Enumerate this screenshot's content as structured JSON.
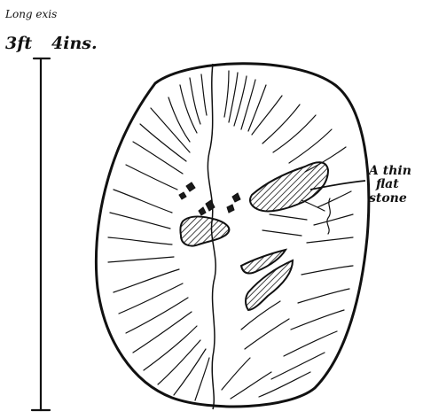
{
  "scale": {
    "axis_label": "Long exis",
    "measure_ft": "3ft",
    "measure_ins": "4ins."
  },
  "annotation": {
    "line1": "A thin",
    "line2": "flat",
    "line3": "stone"
  }
}
